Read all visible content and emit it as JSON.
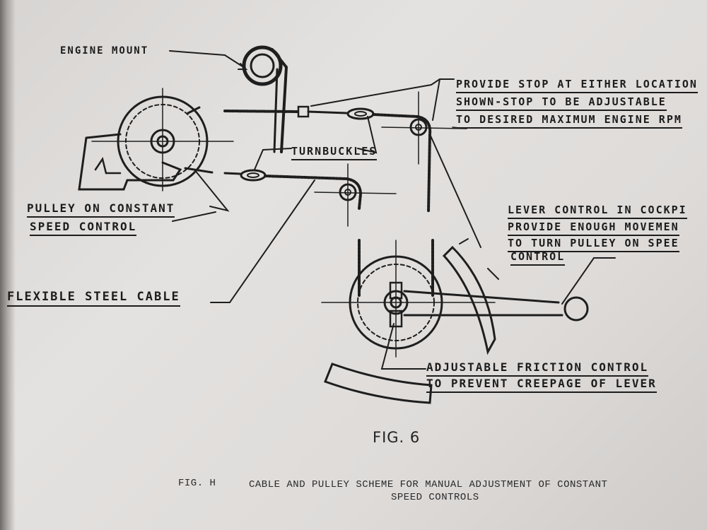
{
  "diagram": {
    "labels": {
      "engine_mount": "ENGINE MOUNT",
      "stop_line1": "PROVIDE  STOP AT EITHER LOCATION",
      "stop_line2": "SHOWN-STOP TO BE ADJUSTABLE",
      "stop_line3": "TO DESIRED MAXIMUM ENGINE RPM",
      "turnbuckles": "TURNBUCKLES",
      "pulley_line1": "PULLEY ON CONSTANT",
      "pulley_line2": "SPEED  CONTROL",
      "lever_line1": "LEVER CONTROL IN COCKPI",
      "lever_line2": "PROVIDE ENOUGH MOVEMEN",
      "lever_line3": "TO TURN PULLEY ON SPEE",
      "lever_line4": "CONTROL",
      "flexible_cable": "FLEXIBLE  STEEL CABLE",
      "friction_line1": "ADJUSTABLE  FRICTION CONTROL",
      "friction_line2": "TO PREVENT CREEPAGE OF LEVER"
    },
    "figure_label": "FIG. 6",
    "caption_fig": "FIG. H",
    "caption_line1": "CABLE AND PULLEY SCHEME FOR MANUAL ADJUSTMENT OF CONSTANT",
    "caption_line2": "SPEED CONTROLS"
  }
}
